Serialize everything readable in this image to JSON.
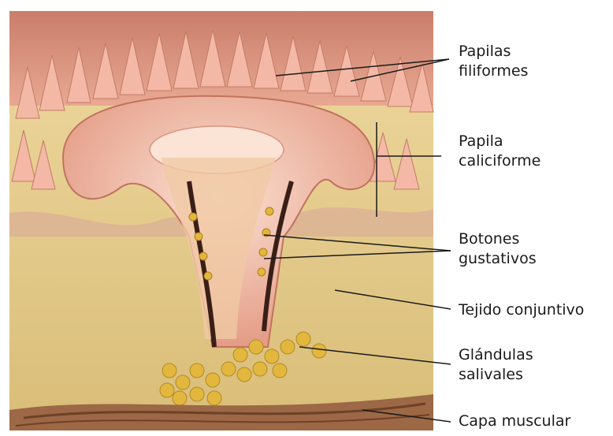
{
  "labels": {
    "papilas_filiformes": "Papilas\nfiliformes",
    "papila_caliciforme": "Papila\ncaliciforme",
    "botones_gustativos": "Botones\ngustativos",
    "tejido_conjuntivo": "Tejido conjuntivo",
    "glandulas_salivales": "Glándulas\nsalivales",
    "capa_muscular": "Capa muscular"
  },
  "colors": {
    "papilla_pink": "#e9a48d",
    "papilla_light": "#f6d2c0",
    "connective_tissue": "#e2c98b",
    "gland_yellow": "#e0b63a",
    "muscle_brown": "#8a5a3c",
    "leader_line": "#1a1a1a"
  }
}
